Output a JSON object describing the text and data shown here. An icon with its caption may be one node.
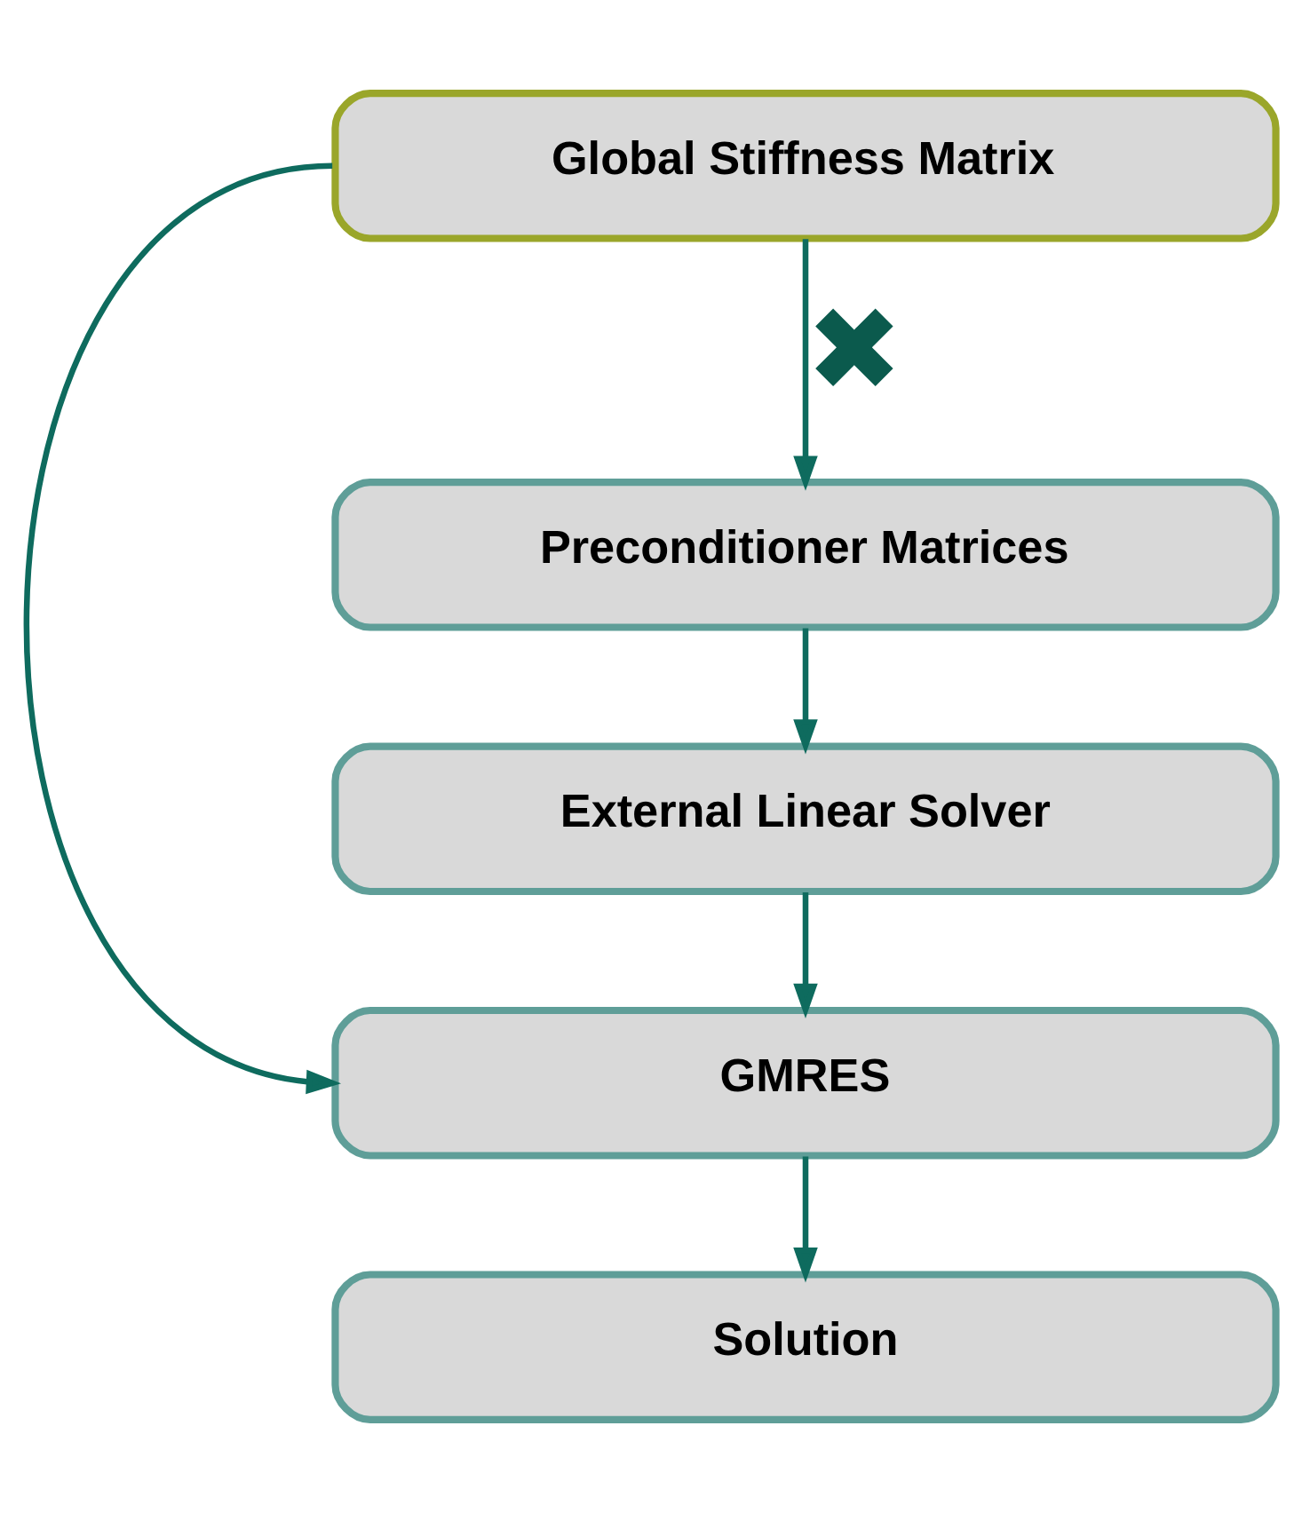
{
  "diagram": {
    "nodes": [
      {
        "text": [
          "Global Stiffness Matrix"
        ]
      },
      {
        "text": [
          "Preconditioner Matrices"
        ]
      },
      {
        "text": [
          "External Linear Solver"
        ]
      },
      {
        "text": [
          "GMRES"
        ]
      },
      {
        "text": [
          "Solution"
        ]
      }
    ],
    "edges": [
      {
        "from": 0,
        "to": 1,
        "arrow": "to",
        "label": "✖"
      },
      {
        "from": 1,
        "to": 2,
        "arrow": "to"
      },
      {
        "from": 2,
        "to": 3,
        "arrow": "to"
      },
      {
        "from": 3,
        "to": 4,
        "arrow": "to"
      },
      {
        "from": 0,
        "to": 3,
        "arrow": "to"
      }
    ]
  }
}
